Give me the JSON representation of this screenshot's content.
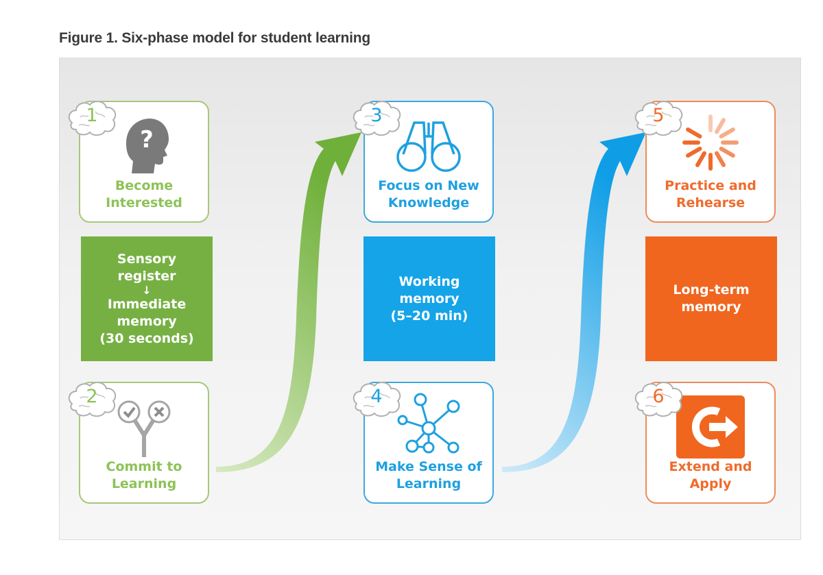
{
  "figure": {
    "title": "Figure 1. Six-phase model for student learning"
  },
  "phases": [
    {
      "number": "1",
      "label": "Become\nInterested",
      "icon": "head-question-icon"
    },
    {
      "number": "2",
      "label": "Commit to\nLearning",
      "icon": "choice-check-x-icon"
    },
    {
      "number": "3",
      "label": "Focus on New\nKnowledge",
      "icon": "binoculars-icon"
    },
    {
      "number": "4",
      "label": "Make Sense of\nLearning",
      "icon": "network-nodes-icon"
    },
    {
      "number": "5",
      "label": "Practice and\nRehearse",
      "icon": "sunburst-spinner-icon"
    },
    {
      "number": "6",
      "label": "Extend and\nApply",
      "icon": "extend-arrow-icon"
    }
  ],
  "memory": {
    "sensory": {
      "line1": "Sensory",
      "line2": "register",
      "arrow": "↓",
      "line3": "Immediate",
      "line4": "memory",
      "line5": "(30 seconds)"
    },
    "working": {
      "line1": "Working",
      "line2": "memory",
      "line3": "(5–20 min)"
    },
    "longterm": {
      "line1": "Long-term",
      "line2": "memory"
    }
  },
  "colors": {
    "green": "#76b043",
    "blue": "#15a4e8",
    "orange": "#f0661f"
  }
}
